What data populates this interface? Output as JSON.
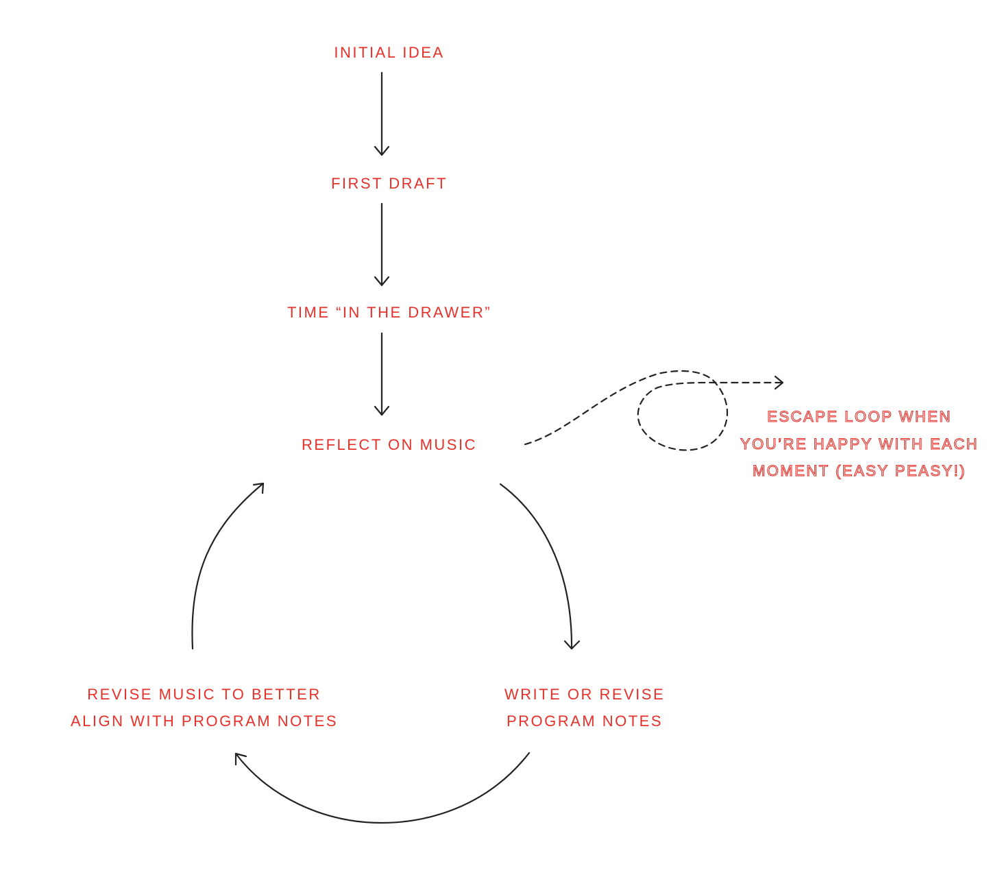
{
  "colors": {
    "label": "#e5312a",
    "line": "#222222",
    "escape_outline": "#e5312a"
  },
  "steps": {
    "initial_idea": "INITIAL IDEA",
    "first_draft": "FIRST DRAFT",
    "time_in_drawer": "TIME “IN THE DRAWER”",
    "reflect_on_music": "REFLECT ON MUSIC",
    "write_notes_line1": "WRITE OR REVISE",
    "write_notes_line2": "PROGRAM NOTES",
    "revise_music_line1": "REVISE MUSIC TO BETTER",
    "revise_music_line2": "ALIGN WITH PROGRAM NOTES"
  },
  "escape": {
    "line1": "ESCAPE LOOP WHEN",
    "line2": "YOU’RE HAPPY WITH EACH",
    "line3": "MOMENT (EASY PEASY!)"
  }
}
